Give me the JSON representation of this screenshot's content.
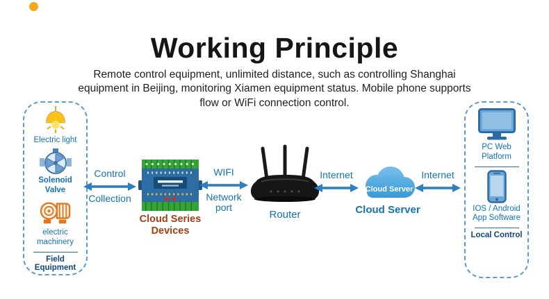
{
  "page": {
    "title": "Working Principle",
    "subtitle": "Remote control equipment, unlimited distance, such as controlling Shanghai equipment in Beijing, monitoring Xiamen equipment status. Mobile phone supports flow or WiFi connection control."
  },
  "field_panel": {
    "items": [
      {
        "icon": "electric-light-icon",
        "label": "Electric light"
      },
      {
        "icon": "solenoid-valve-icon",
        "label": "Solenoid Valve"
      },
      {
        "icon": "electric-machinery-icon",
        "label": "electric machinery"
      }
    ],
    "footer": "Field Equipment"
  },
  "links": {
    "control": {
      "top": "Control",
      "bottom": "Collection"
    },
    "wifi": {
      "top": "WIFI",
      "bottom": "Network port"
    },
    "internet_left": {
      "top": "Internet"
    },
    "internet_right": {
      "top": "Internet"
    }
  },
  "nodes": {
    "device": {
      "label": "Cloud Series Devices"
    },
    "router": {
      "label": "Router"
    },
    "cloud": {
      "text": "Cloud Server",
      "caption": "Cloud Server"
    }
  },
  "control_panel": {
    "items": [
      {
        "icon": "pc-monitor-icon",
        "label": "PC Web Platform"
      },
      {
        "icon": "smartphone-icon",
        "label": "IOS / Android App Software"
      }
    ],
    "footer": "Local Control"
  },
  "colors": {
    "accent_blue": "#1273b5",
    "arrow_blue": "#2e7fc2",
    "panel_border_blue": "#5b9bd0",
    "device_label_brown": "#a63d12",
    "cloud_blue": "#3f9ad8",
    "lamp_yellow": "#f6c21c",
    "motor_orange": "#e07820",
    "terminal_green": "#37a437"
  }
}
